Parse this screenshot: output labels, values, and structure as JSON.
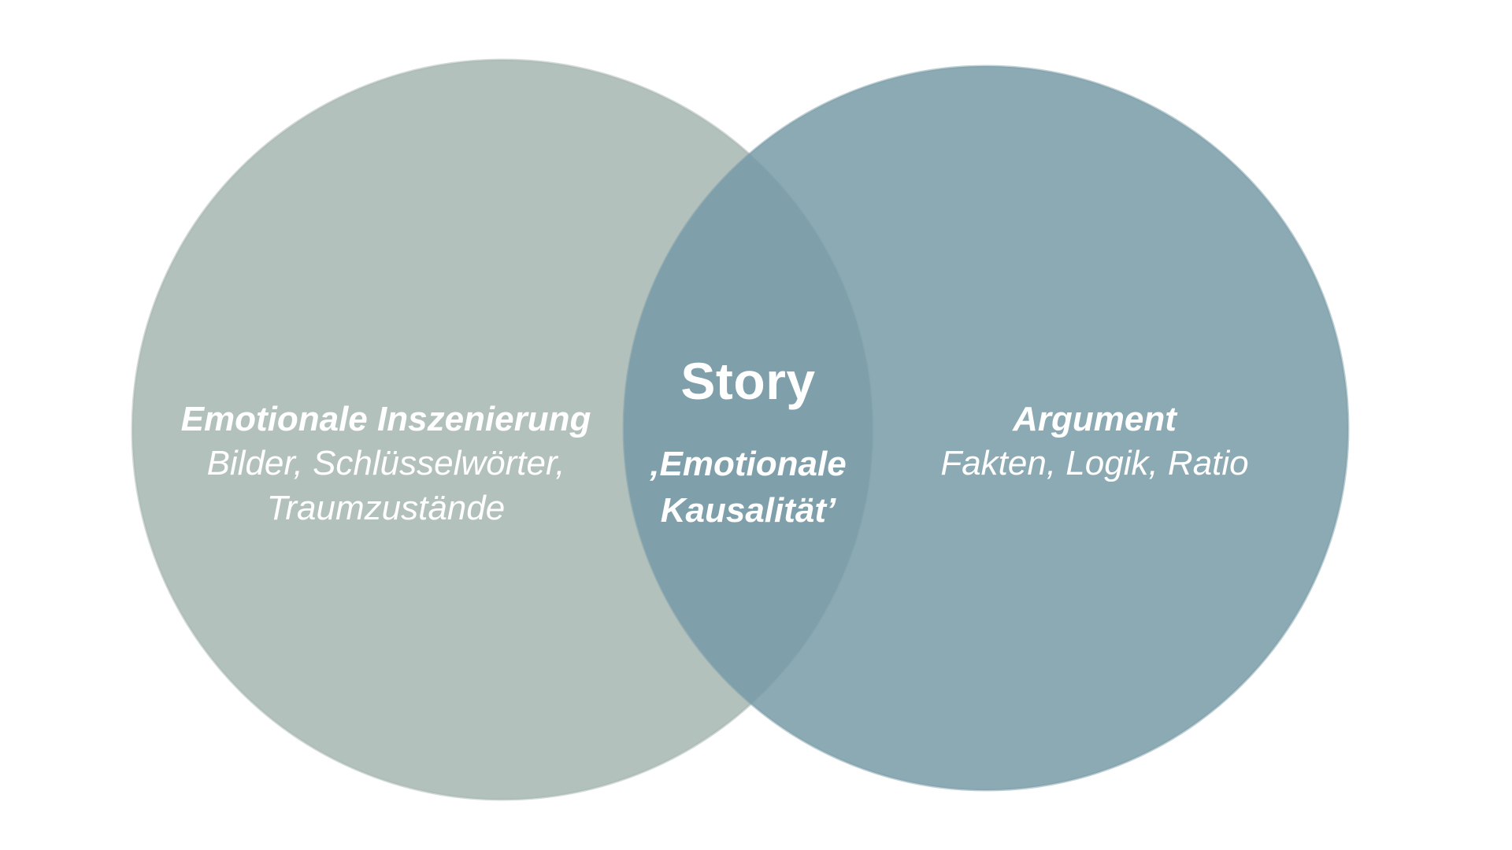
{
  "diagram": {
    "left": {
      "title": "Emotionale Inszenierung",
      "lines": [
        "Bilder, Schlüsselwörter,",
        "Traumzustände"
      ],
      "color": "#a6b6b2"
    },
    "right": {
      "title": "Argument",
      "lines": [
        "Fakten, Logik, Ratio"
      ],
      "color": "#7c9ea9"
    },
    "intersection": {
      "title": "Story",
      "lines": [
        "‚Emotionale",
        "Kausalität’"
      ],
      "color": "#7fa0aa"
    }
  }
}
